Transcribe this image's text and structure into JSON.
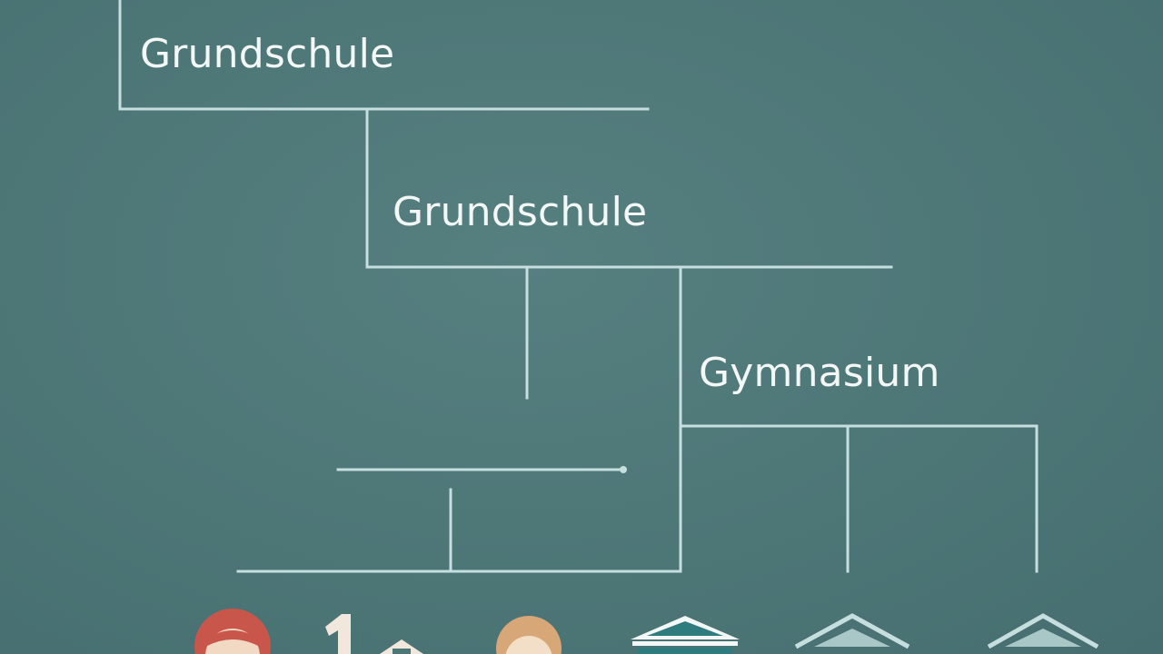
{
  "diagram": {
    "labels": [
      {
        "id": "grundschule-1",
        "text": "Grundschule"
      },
      {
        "id": "grundschule-2",
        "text": "Grundschule"
      },
      {
        "id": "gymnasium",
        "text": "Gymnasium"
      }
    ],
    "icons": [
      "girl-face-icon",
      "number-one-house-icon",
      "child-face-icon",
      "school-building-icon",
      "roof-outline-icon",
      "roof-outline-icon"
    ],
    "colors": {
      "background": "#4d7677",
      "line": "#c6dedd",
      "text": "#f3f7f6",
      "accent_red": "#c9564a",
      "accent_tan": "#d8a777",
      "accent_teal": "#2f7c7f"
    }
  }
}
